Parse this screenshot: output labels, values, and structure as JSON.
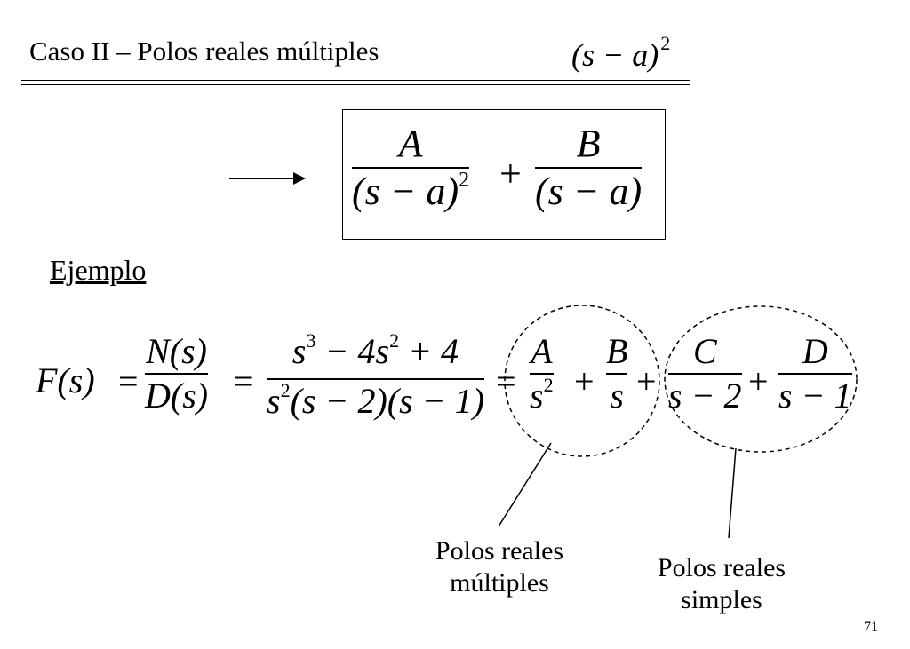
{
  "slide": {
    "title": "Caso II  – Polos reales múltiples",
    "header_expr": {
      "base": "(s − a)",
      "exponent": "2"
    },
    "boxed_expr": {
      "term1": {
        "numerator": "A",
        "denominator": "(s − a)",
        "exponent": "2"
      },
      "plus": "+",
      "term2": {
        "numerator": "B",
        "denominator": "(s − a)"
      }
    },
    "example_label": "Ejemplo",
    "equation": {
      "lhs": "F(s)",
      "eq": "=",
      "frac1": {
        "numerator": "N(s)",
        "denominator": "D(s)"
      },
      "frac2": {
        "numerator": {
          "a": "s",
          "a_exp": "3",
          "b": " − 4s",
          "b_exp": "2",
          "c": " + 4"
        },
        "denominator": {
          "a": "s",
          "a_exp": "2",
          "b": "(s − 2)(s − 1)"
        }
      },
      "terms": [
        {
          "numerator": "A",
          "denominator": "s",
          "exponent": "2"
        },
        {
          "numerator": "B",
          "denominator": "s"
        },
        {
          "numerator": "C",
          "denominator": "s − 2"
        },
        {
          "numerator": "D",
          "denominator": "s − 1"
        }
      ],
      "plus": "+"
    },
    "captions": {
      "multiple": [
        "Polos reales",
        "múltiples"
      ],
      "simple": [
        "Polos reales",
        "simples"
      ]
    },
    "page_number": "71"
  }
}
